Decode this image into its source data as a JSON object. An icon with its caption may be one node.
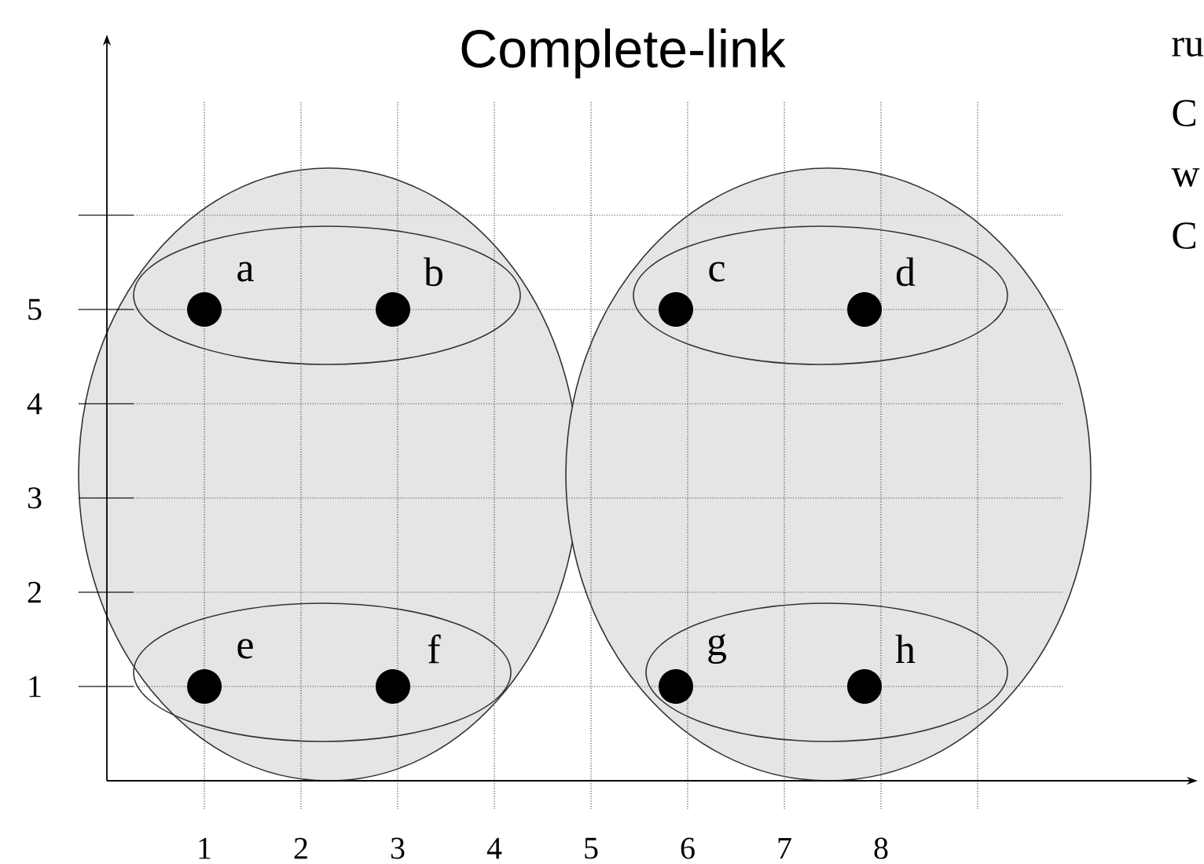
{
  "diagram": {
    "title": "Complete-link",
    "nodes": [
      {
        "text": [],
        "shape": "ellipse"
      },
      {
        "text": [],
        "shape": "ellipse",
        "in": 0
      },
      {
        "text": [
          "a"
        ],
        "in": 1
      },
      {
        "text": [
          "b"
        ],
        "in": 1
      },
      {
        "text": [],
        "shape": "ellipse",
        "in": 0
      },
      {
        "text": [
          "e"
        ],
        "in": 4
      },
      {
        "text": [
          "f"
        ],
        "in": 4
      },
      {
        "text": [],
        "shape": "ellipse"
      },
      {
        "text": [],
        "shape": "ellipse",
        "in": 7
      },
      {
        "text": [
          "c"
        ],
        "in": 8
      },
      {
        "text": [
          "d"
        ],
        "in": 8
      },
      {
        "text": [],
        "shape": "ellipse",
        "in": 7
      },
      {
        "text": [
          "g"
        ],
        "in": 11
      },
      {
        "text": [
          "h"
        ],
        "in": 11
      }
    ],
    "edges": [],
    "labels": [
      "ru",
      "C",
      "w",
      "C",
      "5",
      "4",
      "3",
      "2",
      "1",
      "1",
      "2",
      "3",
      "4",
      "5",
      "6",
      "7",
      "8"
    ]
  }
}
